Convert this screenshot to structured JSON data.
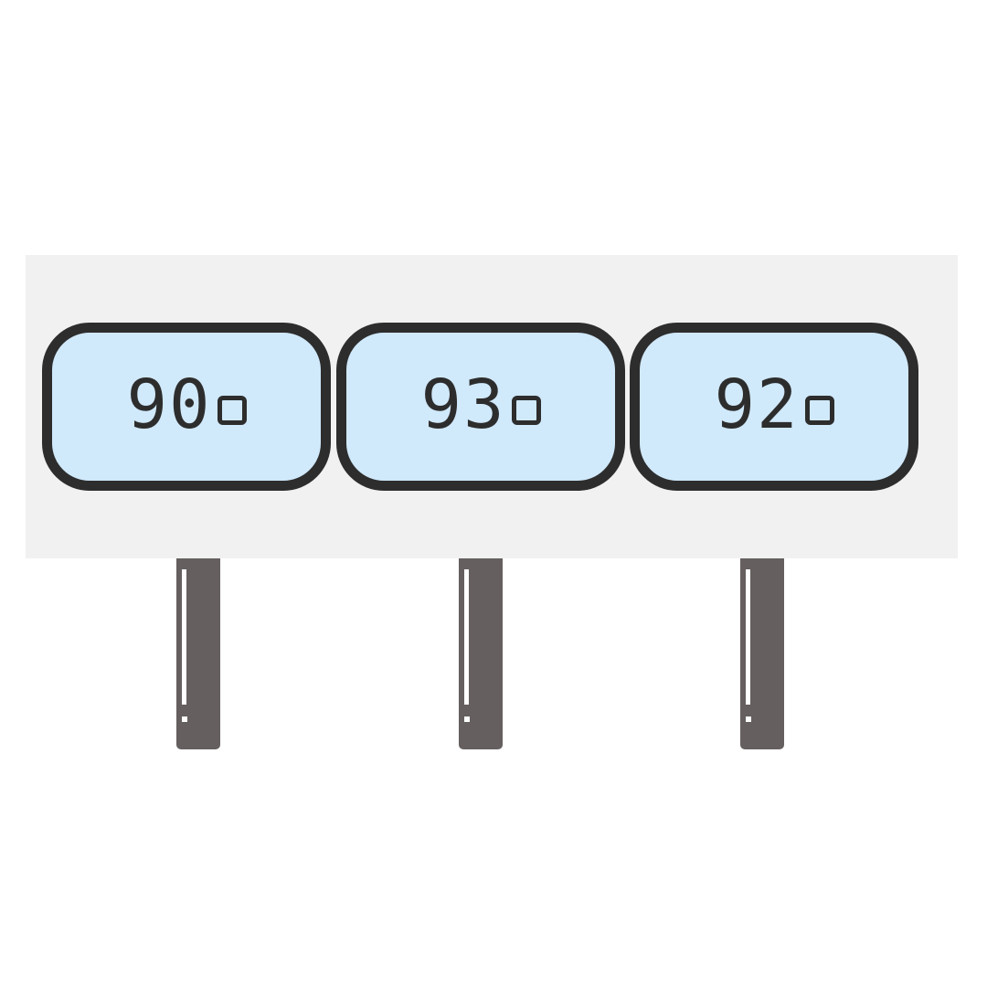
{
  "displays": [
    {
      "value": "90",
      "unit": "°"
    },
    {
      "value": "93",
      "unit": "°"
    },
    {
      "value": "92",
      "unit": "°"
    }
  ],
  "colors": {
    "panel": "#f1f1f1",
    "display_bg": "#d0e9fb",
    "border": "#2d2d2d",
    "pole": "#655f5f"
  }
}
